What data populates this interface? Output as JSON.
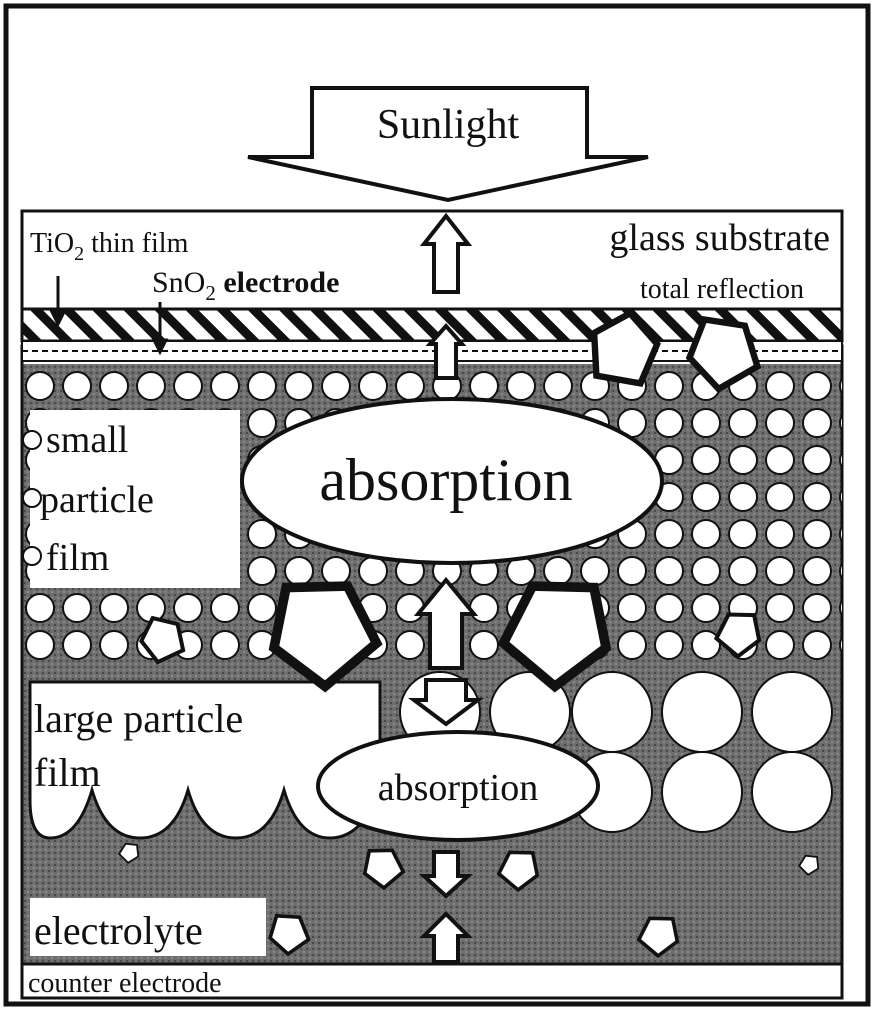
{
  "labels": {
    "sunlight": "Sunlight",
    "tio2_main": "TiO",
    "tio2_sub": "2",
    "tio2_rest": " thin film",
    "sno2_main": "SnO",
    "sno2_sub": "2",
    "sno2_rest": " electrode",
    "glass_substrate": "glass substrate",
    "total_reflection": "total reflection",
    "small_line1": "small",
    "small_line2": "particle",
    "small_line3": "film",
    "absorption_small": "absorption",
    "large_line1": "large particle",
    "large_line2": "film",
    "absorption_large": "absorption",
    "electrolyte": "electrolyte",
    "counter_electrode": "counter electrode"
  },
  "colors": {
    "ink": "#111111",
    "electrolyte_fill": "#6e6e6e",
    "particle_fill": "#ffffff",
    "background": "#ffffff"
  }
}
